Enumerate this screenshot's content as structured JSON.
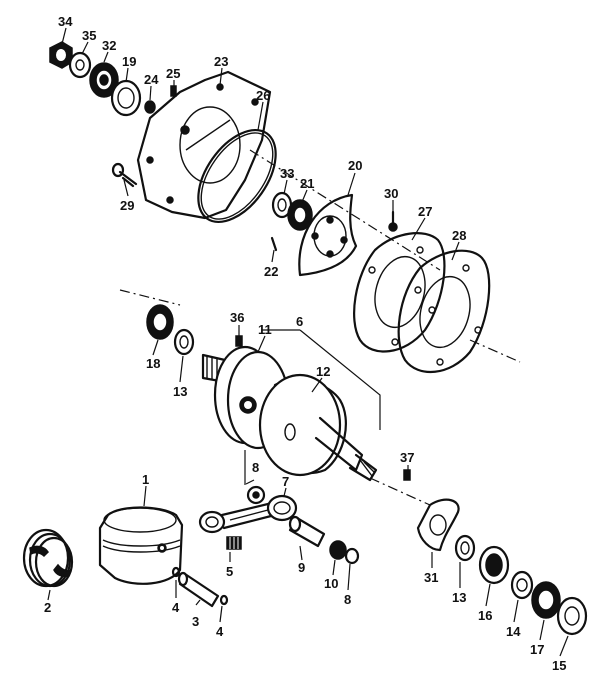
{
  "part_labels": {
    "p1": "1",
    "p2": "2",
    "p3": "3",
    "p4a": "4",
    "p4b": "4",
    "p5": "5",
    "p6": "6",
    "p7": "7",
    "p8a": "8",
    "p8b": "8",
    "p9": "9",
    "p10": "10",
    "p11": "11",
    "p12": "12",
    "p13a": "13",
    "p13b": "13",
    "p14": "14",
    "p15": "15",
    "p16": "16",
    "p17": "17",
    "p18": "18",
    "p19": "19",
    "p20": "20",
    "p21": "21",
    "p22": "22",
    "p23": "23",
    "p24": "24",
    "p25": "25",
    "p26": "26",
    "p27": "27",
    "p28": "28",
    "p29": "29",
    "p30": "30",
    "p31": "31",
    "p32": "32",
    "p33": "33",
    "p34": "34",
    "p35": "35",
    "p36": "36",
    "p37": "37"
  }
}
